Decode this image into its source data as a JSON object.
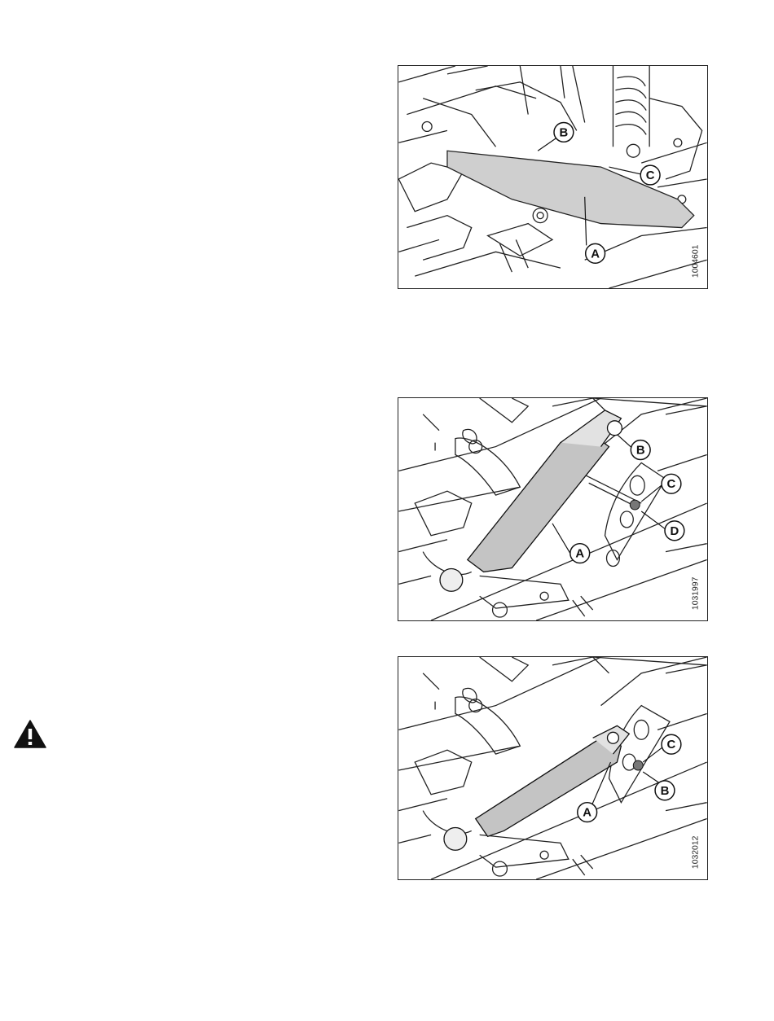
{
  "figures": [
    {
      "figure_id": "1004601",
      "callouts": [
        "A",
        "B",
        "C"
      ]
    },
    {
      "figure_id": "1031997",
      "callouts": [
        "A",
        "B",
        "C",
        "D"
      ]
    },
    {
      "figure_id": "1032012",
      "callouts": [
        "A",
        "B",
        "C"
      ]
    }
  ],
  "warning_icon": "warning-triangle-icon"
}
